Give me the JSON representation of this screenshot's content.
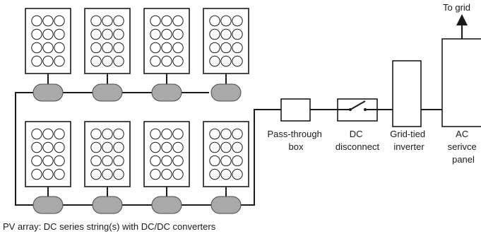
{
  "caption": "PV array: DC series string(s) with DC/DC converters",
  "components": {
    "pass_through": [
      "Pass-through",
      "box"
    ],
    "dc_disconnect": [
      "DC",
      "disconnect"
    ],
    "inverter": [
      "Grid-tied",
      "inverter"
    ],
    "service_panel": [
      "AC",
      "serivce",
      "panel"
    ],
    "to_grid": "To grid"
  },
  "array": {
    "rows": 2,
    "modules_per_row": 4,
    "cell_rows": 4,
    "cell_cols": 3
  },
  "colors": {
    "line": "#1a1a1a",
    "converter_fill": "#a9a9a9"
  }
}
